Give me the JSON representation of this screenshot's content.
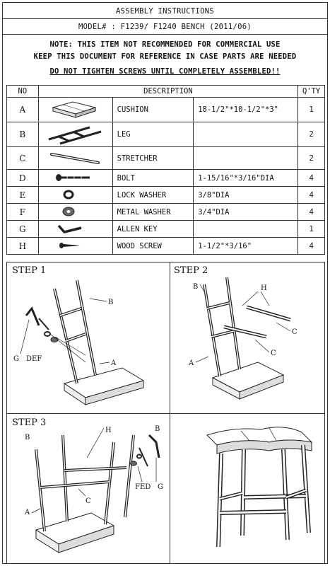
{
  "header": {
    "title": "ASSEMBLY INSTRUCTIONS",
    "model": "MODEL# : F1239/ F1240  BENCH (2011/06)"
  },
  "notes": [
    "NOTE: THIS ITEM NOT RECOMMENDED FOR COMMERCIAL USE",
    "KEEP THIS DOCUMENT FOR REFERENCE IN CASE PARTS ARE NEEDED",
    "DO NOT TIGHTEN SCREWS UNTIL COMPLETELY ASSEMBLED!!"
  ],
  "table": {
    "headers": {
      "no": "NO",
      "description": "DESCRIPTION",
      "qty": "Q'TY"
    },
    "rows": [
      {
        "no": "A",
        "name": "CUSHION",
        "spec": "18-1/2\"*10-1/2\"*3\"",
        "qty": "1",
        "icon": "cushion-icon"
      },
      {
        "no": "B",
        "name": "LEG",
        "spec": "",
        "qty": "2",
        "icon": "leg-icon"
      },
      {
        "no": "C",
        "name": "STRETCHER",
        "spec": "",
        "qty": "2",
        "icon": "stretcher-icon"
      },
      {
        "no": "D",
        "name": "BOLT",
        "spec": "1-15/16\"*3/16\"DIA",
        "qty": "4",
        "icon": "bolt-icon"
      },
      {
        "no": "E",
        "name": "LOCK WASHER",
        "spec": "3/8\"DIA",
        "qty": "4",
        "icon": "lock-washer-icon"
      },
      {
        "no": "F",
        "name": "METAL WASHER",
        "spec": "3/4\"DIA",
        "qty": "4",
        "icon": "metal-washer-icon"
      },
      {
        "no": "G",
        "name": "ALLEN KEY",
        "spec": "",
        "qty": "1",
        "icon": "allen-key-icon"
      },
      {
        "no": "H",
        "name": "WOOD SCREW",
        "spec": "1-1/2\"*3/16\"",
        "qty": "4",
        "icon": "wood-screw-icon"
      }
    ]
  },
  "steps": {
    "step1": {
      "title": "STEP 1",
      "labels": [
        "B",
        "A",
        "G",
        "DEF"
      ]
    },
    "step2": {
      "title": "STEP 2",
      "labels": [
        "B",
        "H",
        "C",
        "C",
        "A"
      ]
    },
    "step3": {
      "title": "STEP 3",
      "labels": [
        "B",
        "H",
        "B",
        "A",
        "C",
        "FED",
        "G"
      ]
    }
  }
}
